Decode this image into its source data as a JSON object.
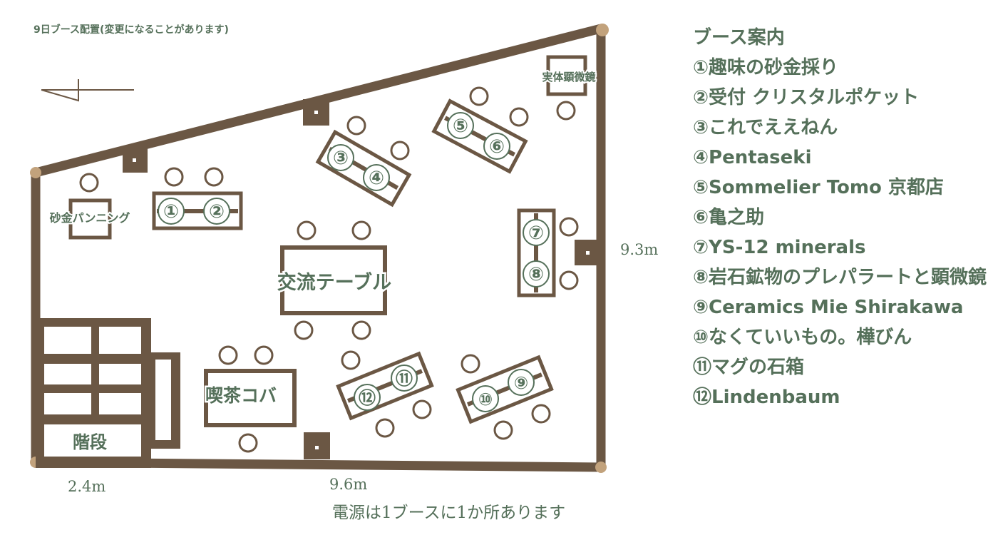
{
  "header": {
    "title": "9日ブース配置(変更になることがあります)"
  },
  "labels": {
    "stereo_microscope": "実体顕微鏡",
    "gold_panning": "砂金パンニング",
    "exchange_table": "交流テーブル",
    "kissa_koba": "喫茶コバ",
    "stairs": "階段"
  },
  "booth_numbers": [
    "①",
    "②",
    "③",
    "④",
    "⑤",
    "⑥",
    "⑦",
    "⑧",
    "⑨",
    "⑩",
    "⑪",
    "⑫"
  ],
  "measurements": {
    "height": "9.3m",
    "left_width": "2.4m",
    "bottom_width": "9.6m"
  },
  "footer_note": "電源は1ブースに1か所あります",
  "legend": {
    "title": "ブース案内",
    "items": [
      "①趣味の砂金採り",
      "②受付 クリスタルポケット",
      "③これでええねん",
      "④Pentaseki",
      "⑤Sommelier Tomo 京都店",
      "⑥亀之助",
      "⑦YS-12 minerals",
      "⑧岩石鉱物のプレパラートと顕微鏡",
      "⑨Ceramics Mie Shirakawa",
      "⑩なくていいもの。樺びん",
      "⑪マグの石箱",
      "⑫Lindenbaum"
    ]
  },
  "colors": {
    "wall": "#6b5744",
    "label": "#55705a",
    "corner": "#c2a27c"
  }
}
